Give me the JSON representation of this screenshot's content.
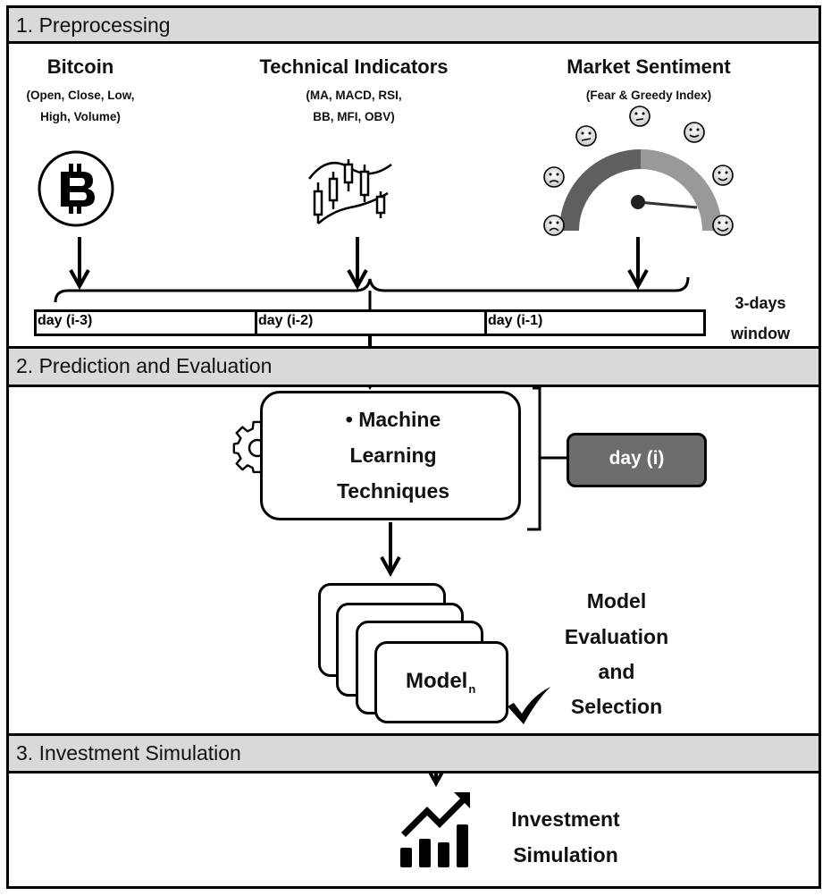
{
  "sections": {
    "s1": "1. Preprocessing",
    "s2": "2. Prediction and Evaluation",
    "s3": "3. Investment Simulation"
  },
  "sources": {
    "bitcoin": {
      "title": "Bitcoin",
      "sub_line1": "(Open, Close, Low,",
      "sub_line2": "High, Volume)",
      "icon": "bitcoin-icon"
    },
    "technical": {
      "title": "Technical Indicators",
      "sub_line1": "(MA, MACD, RSI,",
      "sub_line2": "BB, MFI, OBV)",
      "icon": "candlestick-icon"
    },
    "sentiment": {
      "title": "Market Sentiment",
      "sub_line1": "(Fear & Greedy Index)",
      "icon": "gauge-icon"
    }
  },
  "window": {
    "cells": [
      "day (i-3)",
      "day (i-2)",
      "day (i-1)"
    ],
    "label_line1": "3-days",
    "label_line2": "window"
  },
  "ml": {
    "line1": "• Machine",
    "line2": "Learning",
    "line3": "Techniques",
    "icon": "gear-icon"
  },
  "target_day": "day (i)",
  "model": {
    "label": "Model",
    "subscript": "n",
    "eval_line1": "Model",
    "eval_line2": "Evaluation",
    "eval_line3": "and",
    "eval_line4": "Selection",
    "icon": "checkmark-icon"
  },
  "investment": {
    "line1": "Investment",
    "line2": "Simulation",
    "icon": "growth-chart-icon"
  },
  "colors": {
    "header_bg": "#d9d9d9",
    "day_box_bg": "#6d6d6d",
    "line": "#000000"
  }
}
